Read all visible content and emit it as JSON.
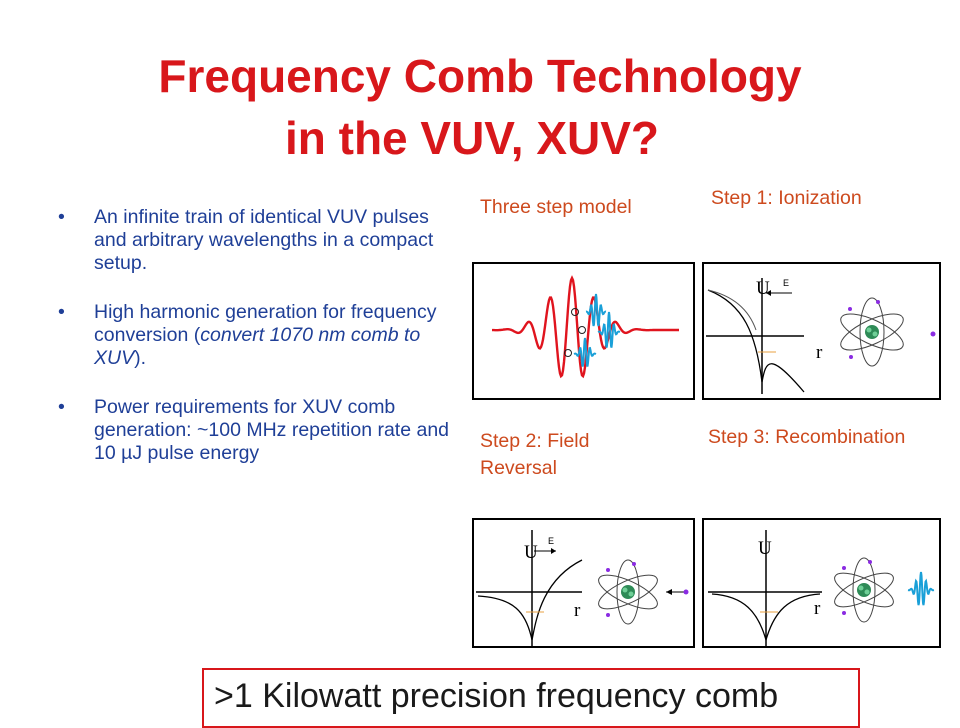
{
  "slide": {
    "title_line1": "Frequency Comb Technology",
    "title_line2": "in the VUV, XUV?",
    "bullets": [
      {
        "text_before": "An infinite train of identical VUV pulses and arbitrary wavelengths in a compact setup.",
        "italic": "",
        "text_after": ""
      },
      {
        "text_before": "High harmonic generation for frequency conversion (",
        "italic": "convert 1070 nm comb to XUV",
        "text_after": ")."
      },
      {
        "text_before": "Power requirements for XUV comb generation:  ~100 MHz repetition rate and 10 µJ pulse energy",
        "italic": "",
        "text_after": ""
      }
    ],
    "bullet_glyph": "•",
    "captions": {
      "three_step": "Three step model",
      "step1": "Step 1: Ionization",
      "step2": "Step 2: Field Reversal",
      "step3": "Step 3: Recombination"
    },
    "axis_labels": {
      "potential": "U",
      "radius": "r"
    },
    "callout": ">1 Kilowatt precision frequency comb",
    "colors": {
      "title": "#d8171b",
      "bullet_text": "#1f3f97",
      "caption": "#cd4a1e",
      "wave_red": "#e0141e",
      "wave_blue": "#1aa0d8",
      "nucleus": "#2e8b57",
      "electron": "#8a2be2"
    },
    "icons": [
      "electron-atom-icon",
      "laser-pulse-icon",
      "field-arrow-icon"
    ]
  }
}
